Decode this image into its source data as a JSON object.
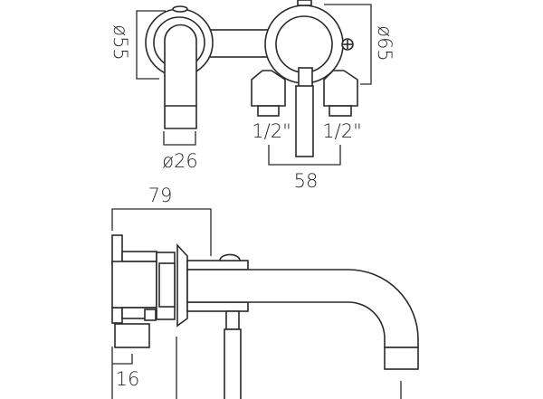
{
  "front_view": {
    "spout_rosette_diameter": "ø55",
    "spout_diameter": "ø26",
    "valve_rosette_diameter": "ø65",
    "left_inlet": "1/2\"",
    "right_inlet": "1/2\"",
    "inlet_centres": "58"
  },
  "side_view": {
    "projection": "79",
    "body_offset": "16"
  }
}
